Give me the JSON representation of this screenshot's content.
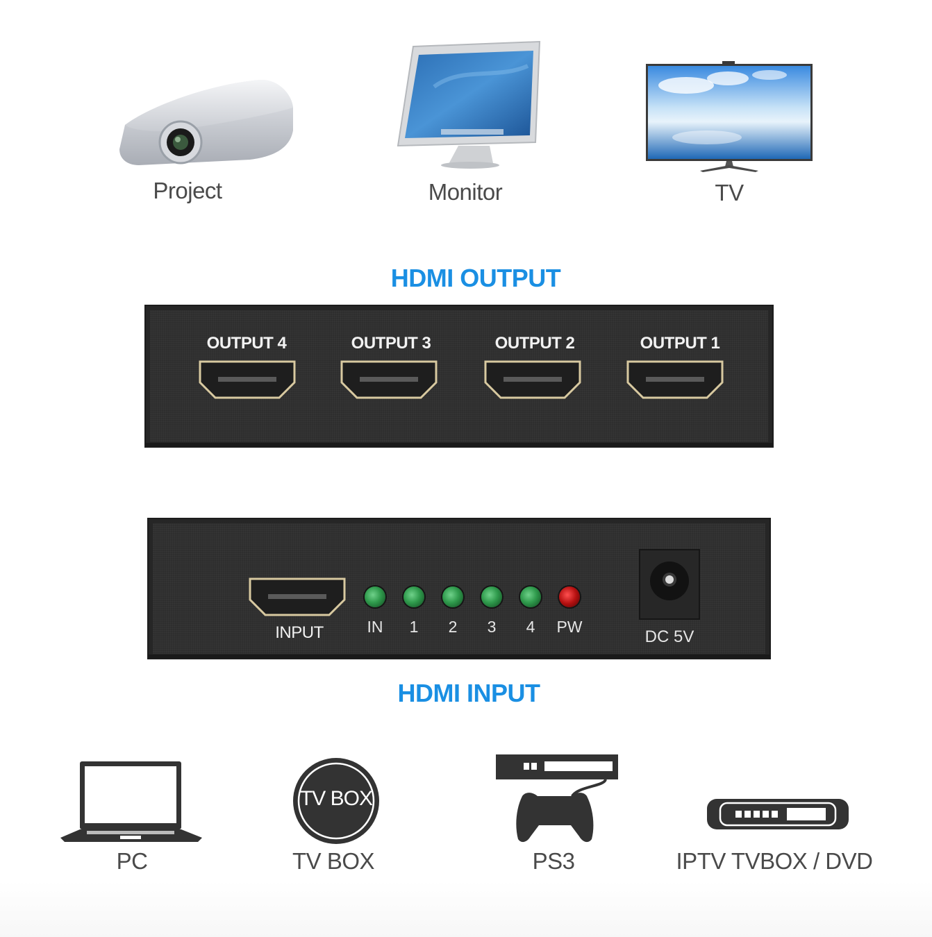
{
  "output_devices": [
    {
      "label": "Project",
      "icon": "projector-icon"
    },
    {
      "label": "Monitor",
      "icon": "monitor-icon"
    },
    {
      "label": "TV",
      "icon": "tv-icon"
    }
  ],
  "output_section": {
    "title": "HDMI OUTPUT",
    "title_color": "#1a8fe3",
    "ports": [
      {
        "label": "OUTPUT 4"
      },
      {
        "label": "OUTPUT 3"
      },
      {
        "label": "OUTPUT 2"
      },
      {
        "label": "OUTPUT 1"
      }
    ]
  },
  "input_panel": {
    "input_label": "INPUT",
    "leds": [
      {
        "label": "IN",
        "color": "green"
      },
      {
        "label": "1",
        "color": "green"
      },
      {
        "label": "2",
        "color": "green"
      },
      {
        "label": "3",
        "color": "green"
      },
      {
        "label": "4",
        "color": "green"
      },
      {
        "label": "PW",
        "color": "red"
      }
    ],
    "power_label": "DC 5V"
  },
  "input_section": {
    "title": "HDMI INPUT",
    "title_color": "#1a8fe3"
  },
  "input_devices": [
    {
      "label": "PC",
      "icon": "laptop-icon"
    },
    {
      "label": "TV BOX",
      "icon": "tv-box-icon",
      "icon_text": "TV BOX"
    },
    {
      "label": "PS3",
      "icon": "game-console-icon"
    },
    {
      "label": "IPTV TVBOX / DVD",
      "icon": "dvd-player-icon"
    }
  ]
}
